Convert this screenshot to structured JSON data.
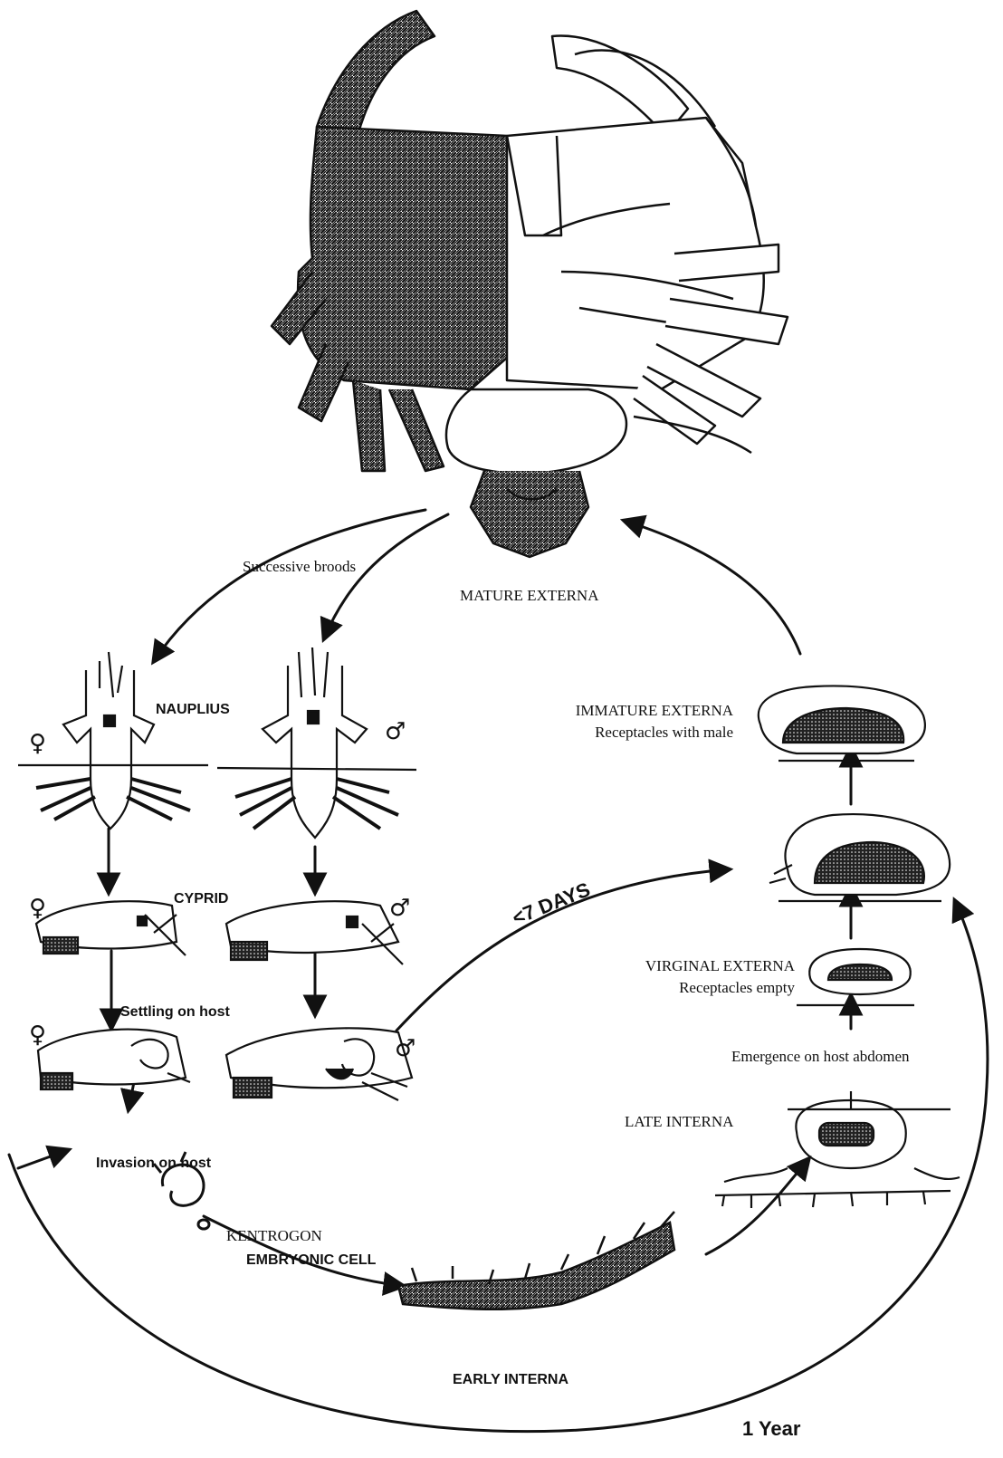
{
  "labels": {
    "successive_broods": "Successive broods",
    "mature_externa": "MATURE EXTERNA",
    "nauplius": "NAUPLIUS",
    "immature_externa": "IMMATURE EXTERNA",
    "receptacles_with_male": "Receptacles with male",
    "cyprid": "CYPRID",
    "seven_days": "<7 DAYS",
    "virginal_externa": "VIRGINAL EXTERNA",
    "receptacles_empty": "Receptacles empty",
    "settling_on_host": "Settling on host",
    "emergence_on_host_abdomen": "Emergence on host abdomen",
    "late_interna": "LATE INTERNA",
    "invasion_on_host": "Invasion on host",
    "kentrogon": "KENTROGON",
    "embryonic_cell": "EMBRYONIC CELL",
    "early_interna": "EARLY INTERNA",
    "one_year": "1 Year"
  },
  "symbols": {
    "female": "♀",
    "male": "♂"
  },
  "colors": {
    "ink": "#111111",
    "background": "#ffffff"
  }
}
